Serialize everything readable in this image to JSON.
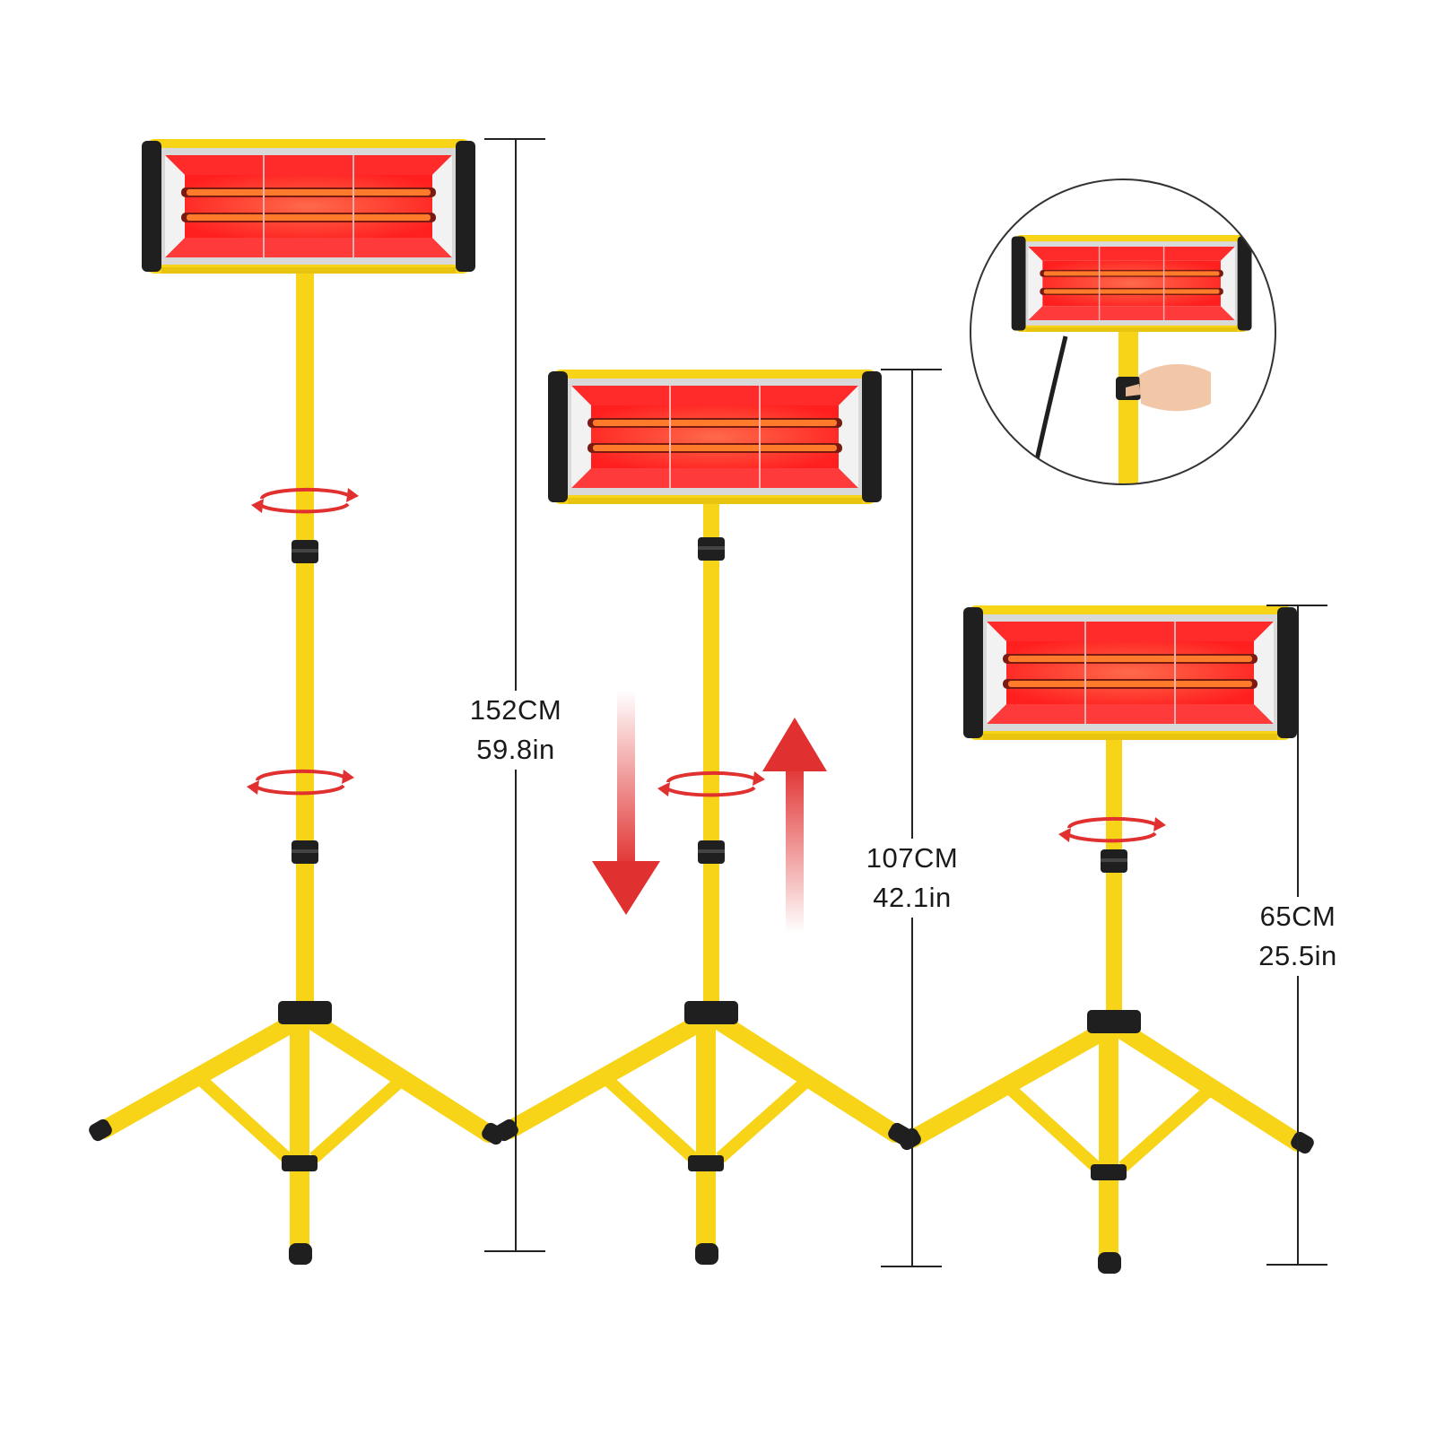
{
  "colors": {
    "frame_yellow": "#f7d417",
    "frame_shadow": "#c9a800",
    "end_cap_black": "#1f1f1f",
    "heat_red": "#ff2b2b",
    "reflector_silver": "#e4e4e4",
    "arrow_red": "#e0302f",
    "dimension_line": "#222222"
  },
  "icons": {
    "rotate_knob": "rotate-arrow-icon",
    "lower": "arrow-down-icon",
    "raise": "arrow-up-icon"
  },
  "heights": [
    {
      "cm": "152CM",
      "inches": "59.8in",
      "value_cm": 152
    },
    {
      "cm": "107CM",
      "inches": "42.1in",
      "value_cm": 107
    },
    {
      "cm": "65CM",
      "inches": "25.5in",
      "value_cm": 65
    }
  ]
}
